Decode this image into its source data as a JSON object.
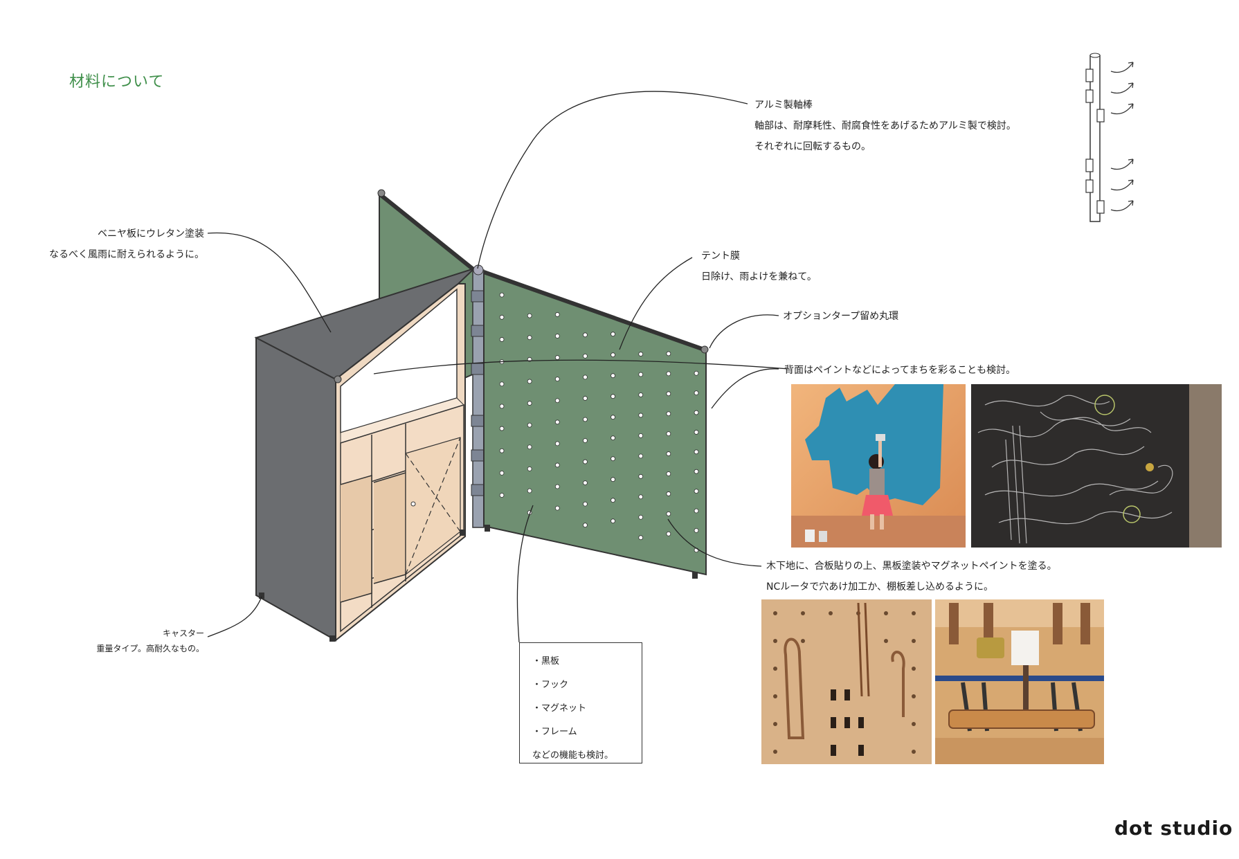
{
  "title": "材料について",
  "annotations": {
    "aluminum": {
      "heading": "アルミ製軸棒",
      "line1": "軸部は、耐摩耗性、耐腐食性をあげるためアルミ製で検討。",
      "line2": "それぞれに回転するもの。"
    },
    "veneer": {
      "line1": "ベニヤ板にウレタン塗装",
      "line2": "なるべく風雨に耐えられるように。"
    },
    "tent": {
      "line1": "テント膜",
      "line2": "日除け、雨よけを兼ねて。"
    },
    "option": {
      "line1": "オプションタープ留め丸環"
    },
    "back": {
      "line1": "背面はペイントなどによってまちを彩ることも検討。"
    },
    "wood": {
      "line1": "木下地に、合板貼りの上、黒板塗装やマグネットペイントを塗る。",
      "line2": "NCルータで穴あけ加工か、棚板差し込めるように。"
    },
    "caster": {
      "line1": "キャスター",
      "line2": "重量タイプ。高耐久なもの。"
    }
  },
  "features": {
    "items": [
      "・黒板",
      "・フック",
      "・マグネット",
      "・フレーム"
    ],
    "footer": "などの機能も検討。"
  },
  "logo": "dot studio",
  "colors": {
    "green_panel": "#6f8f72",
    "grey_panel": "#6b6d70",
    "plywood": "#efd9c2",
    "title_green": "#3f8f4a"
  }
}
